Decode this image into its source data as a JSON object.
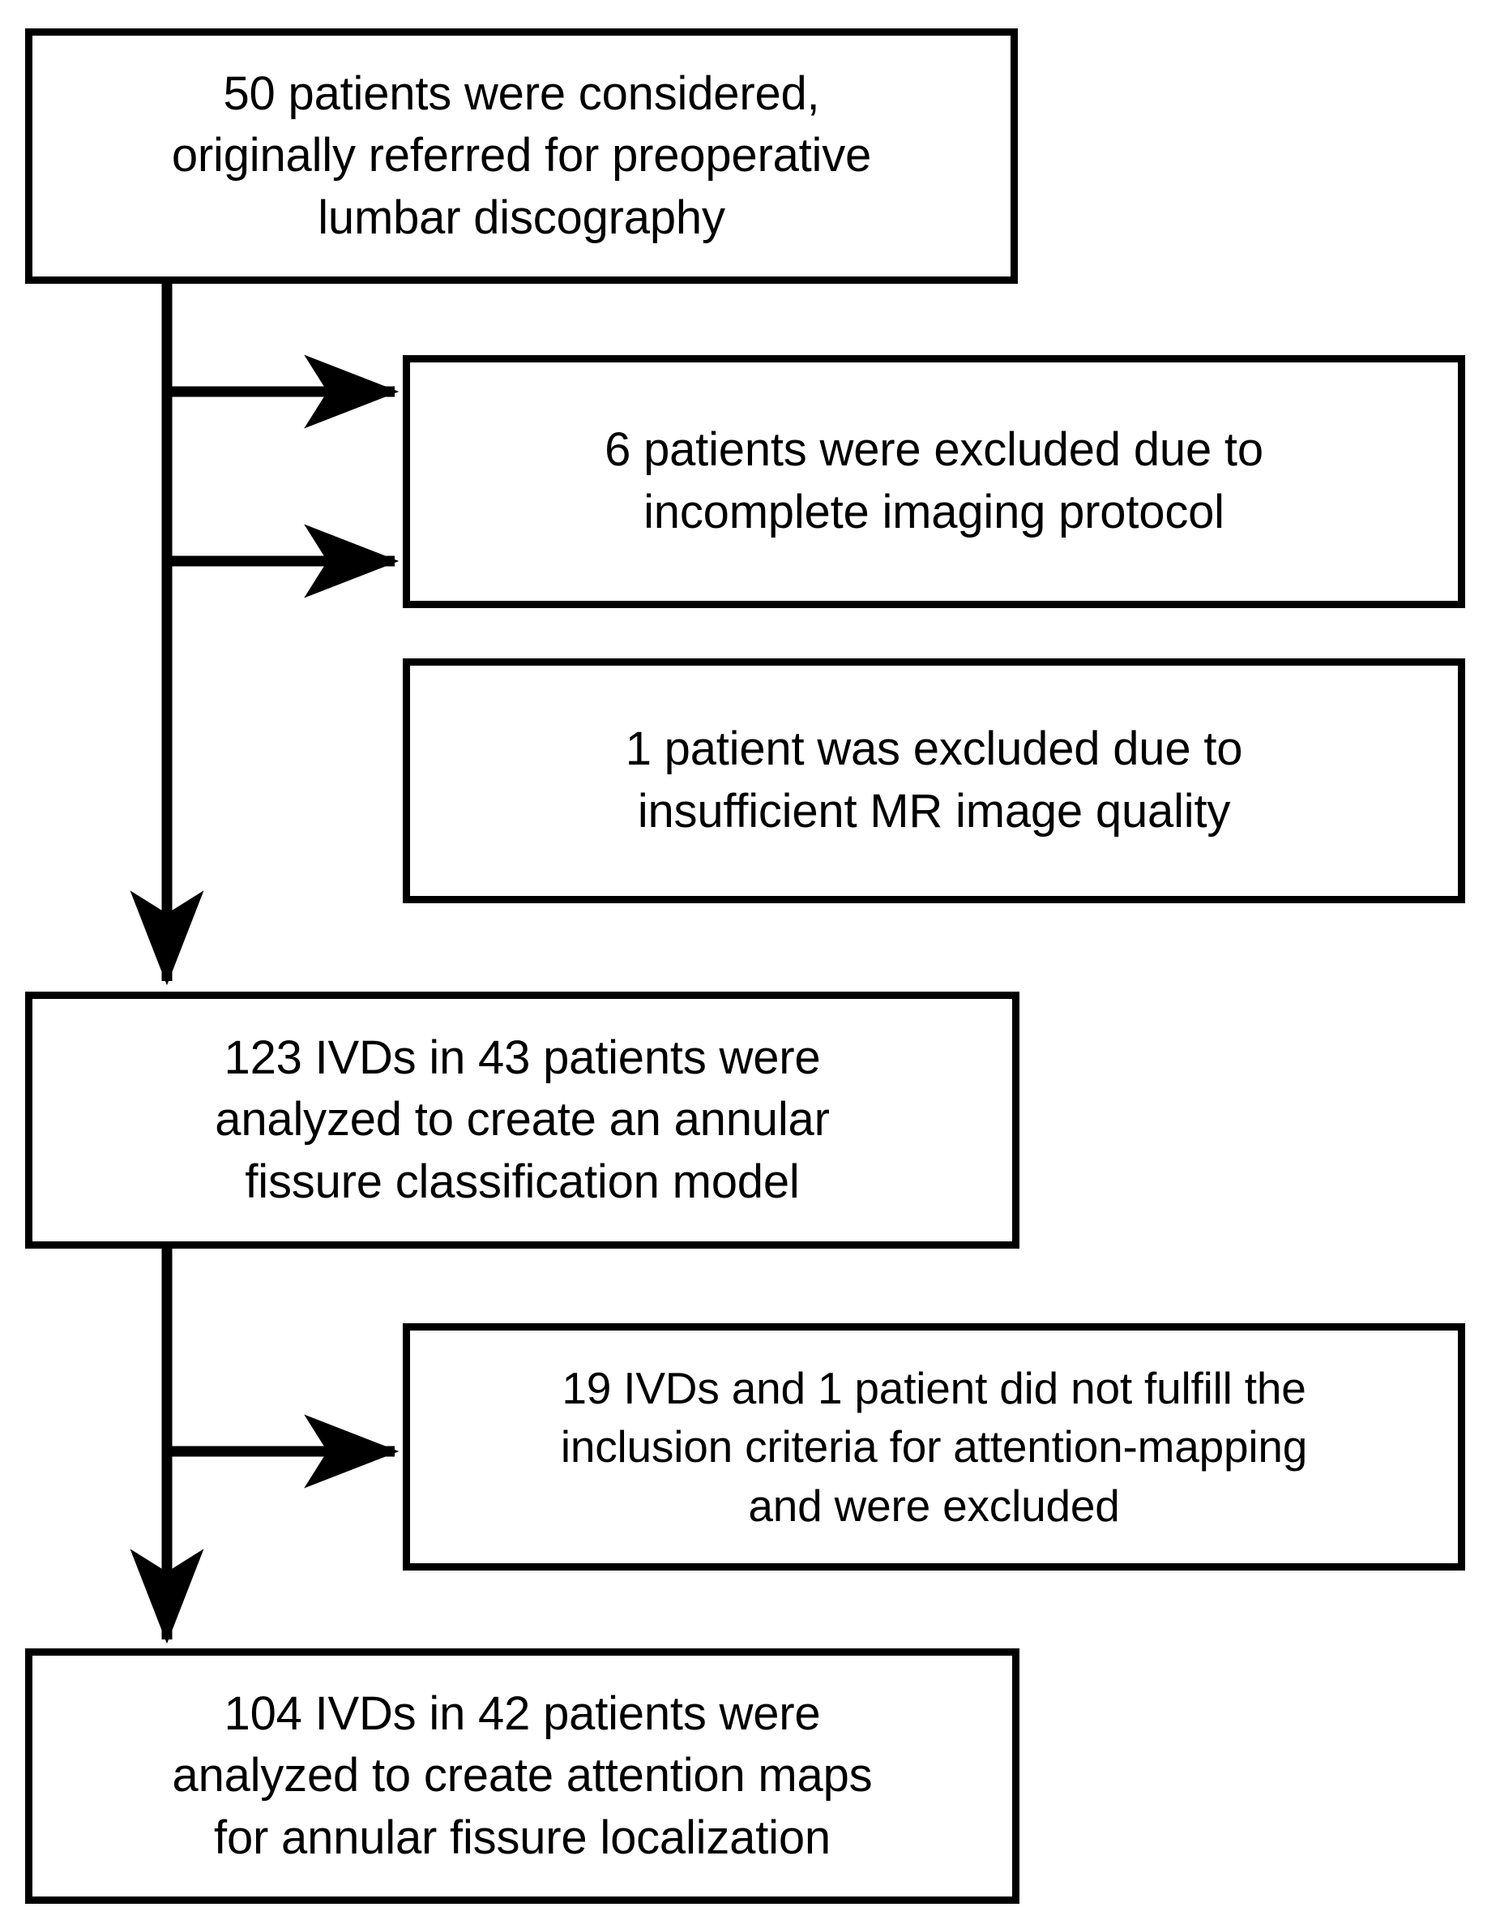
{
  "figure": {
    "type": "flowchart",
    "orientation": "top-to-bottom",
    "line_color": "#000000",
    "box_fill": "#ffffff",
    "box_border_color": "#000000"
  },
  "nodes": {
    "considered": {
      "id": "considered",
      "role": "primary",
      "text": "50 patients were considered,\noriginally referred for preoperative\nlumbar discography",
      "count": 50,
      "unit": "patients"
    },
    "excluded_protocol": {
      "id": "excluded_protocol",
      "role": "exclusion",
      "text": "6 patients were excluded due to\nincomplete imaging protocol",
      "count": 6,
      "unit": "patients"
    },
    "excluded_quality": {
      "id": "excluded_quality",
      "role": "exclusion",
      "text": "1 patient was excluded due to\ninsufficient MR image quality",
      "count": 1,
      "unit": "patient"
    },
    "analyzed_classification": {
      "id": "analyzed_classification",
      "role": "primary",
      "text": "123 IVDs in 43 patients were\nanalyzed to create an annular\nfissure classification model",
      "ivds": 123,
      "patients": 43
    },
    "excluded_attention": {
      "id": "excluded_attention",
      "role": "exclusion",
      "text": "19 IVDs and 1 patient did not fulfill the\ninclusion criteria for attention-mapping\nand were excluded",
      "ivds": 19,
      "patients": 1
    },
    "analyzed_attention": {
      "id": "analyzed_attention",
      "role": "primary",
      "text": "104 IVDs in 42 patients were\nanalyzed to create attention maps\nfor annular fissure localization",
      "ivds": 104,
      "patients": 42
    }
  },
  "edges": [
    {
      "from": "considered",
      "to": "excluded_protocol",
      "style": "elbow-right-arrow"
    },
    {
      "from": "considered",
      "to": "excluded_quality",
      "style": "elbow-right-arrow"
    },
    {
      "from": "considered",
      "to": "analyzed_classification",
      "style": "down-arrow"
    },
    {
      "from": "analyzed_classification",
      "to": "excluded_attention",
      "style": "elbow-right-arrow"
    },
    {
      "from": "analyzed_classification",
      "to": "analyzed_attention",
      "style": "down-arrow"
    }
  ]
}
